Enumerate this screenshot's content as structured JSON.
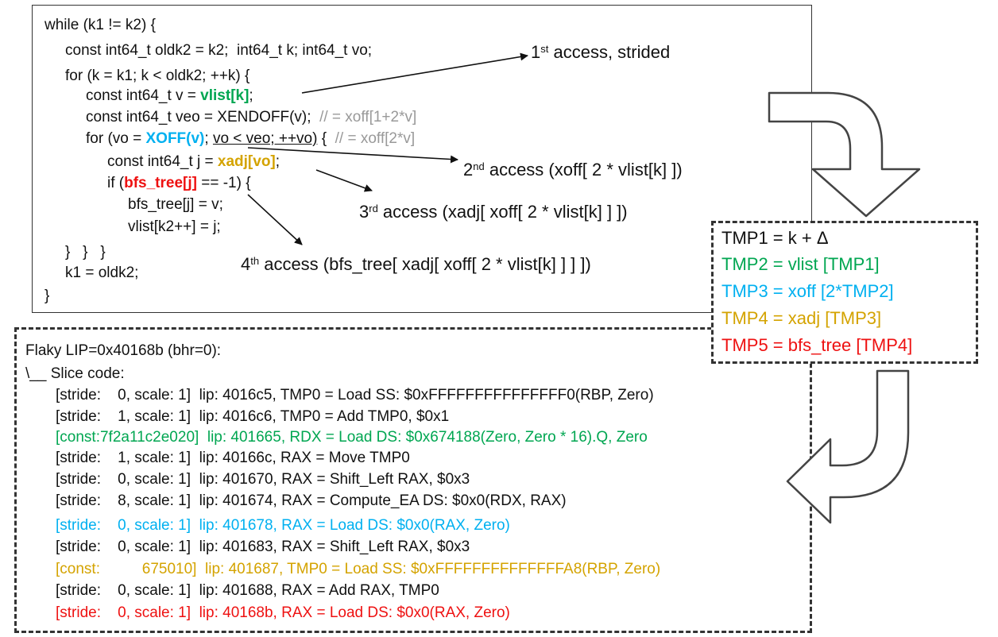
{
  "code": {
    "l1": "while (k1 != k2) {",
    "l2": "const int64_t oldk2 = k2;  int64_t k; int64_t vo;",
    "l3": "for (k = k1; k < oldk2; ++k) {",
    "l4_pre": "const int64_t v = ",
    "l4_hl": "vlist[k]",
    "l4_post": ";",
    "l5": "const int64_t veo = XENDOFF(v);  ",
    "l5_comment": "// = xoff[1+2*v]",
    "l6_pre": "for (vo = ",
    "l6_hl": "XOFF(v)",
    "l6_mid": "; ",
    "l6_ul": "vo < veo; ++vo)",
    "l6_post": " {  ",
    "l6_comment": "// = xoff[2*v]",
    "l7_pre": "const int64_t j = ",
    "l7_hl": "xadj[vo]",
    "l7_post": ";",
    "l8_pre": "if (",
    "l8_hl": "bfs_tree[j]",
    "l8_post": " == -1) {",
    "l9": "bfs_tree[j] = v;",
    "l10": "vlist[k2++] = j;",
    "l11": "}   }   }",
    "l12": "k1 = oldk2;",
    "l13": "}"
  },
  "annotations": {
    "a1_num": "1",
    "a1_sup": "st",
    "a1_text": " access, strided",
    "a2_num": "2",
    "a2_sup": "nd",
    "a2_text": " access (xoff[ 2 * vlist[k] ])",
    "a3_num": "3",
    "a3_sup": "rd",
    "a3_text": " access (xadj[ xoff[ 2 * vlist[k] ] ])",
    "a4_num": "4",
    "a4_sup": "th",
    "a4_text": " access (bfs_tree[ xadj[ xoff[ 2 * vlist[k] ] ] ])"
  },
  "tmp": [
    "TMP1 = k + Δ",
    "TMP2 = vlist [TMP1]",
    "TMP3 = xoff [2*TMP2]",
    "TMP4 = xadj [TMP3]",
    "TMP5 = bfs_tree [TMP4]"
  ],
  "slice": {
    "header": "Flaky LIP=0x40168b (bhr=0):",
    "sub": "\\__ Slice code:",
    "lines": [
      "[stride:    0, scale: 1]  lip: 4016c5, TMP0 = Load SS: $0xFFFFFFFFFFFFFFF0(RBP, Zero)",
      "[stride:    1, scale: 1]  lip: 4016c6, TMP0 = Add TMP0, $0x1",
      "[const:7f2a11c2e020]  lip: 401665, RDX = Load DS: $0x674188(Zero, Zero * 16).Q, Zero",
      "[stride:    1, scale: 1]  lip: 40166c, RAX = Move TMP0",
      "[stride:    0, scale: 1]  lip: 401670, RAX = Shift_Left RAX, $0x3",
      "[stride:    8, scale: 1]  lip: 401674, RAX = Compute_EA DS: $0x0(RDX, RAX)",
      "[stride:    0, scale: 1]  lip: 401678, RAX = Load DS: $0x0(RAX, Zero)",
      "[stride:    0, scale: 1]  lip: 401683, RAX = Shift_Left RAX, $0x3",
      "[const:          675010]  lip: 401687, TMP0 = Load SS: $0xFFFFFFFFFFFFFFA8(RBP, Zero)",
      "[stride:    0, scale: 1]  lip: 401688, RAX = Add RAX, TMP0",
      "[stride:    0, scale: 1]  lip: 40168b, RAX = Load DS: $0x0(RAX, Zero)"
    ]
  },
  "colors": {
    "green": "#00a651",
    "blue": "#00b0f0",
    "gold": "#d4a300",
    "red": "#ee1111"
  },
  "icons": [
    "curved-arrow-down-icon",
    "curved-arrow-back-icon"
  ]
}
